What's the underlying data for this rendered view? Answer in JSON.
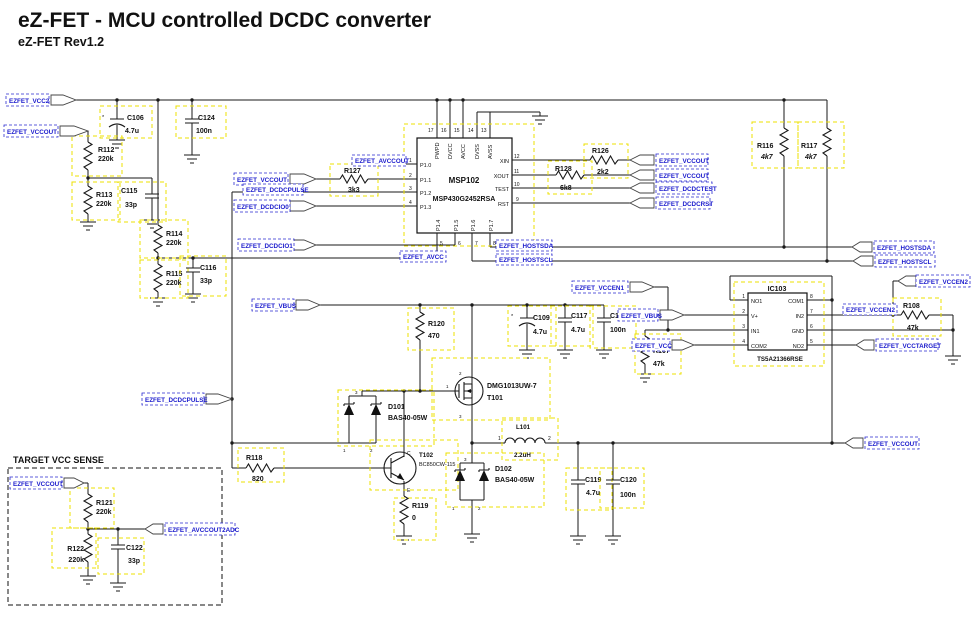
{
  "title": "eZ-FET - MCU controlled DCDC converter",
  "subtitle": "eZ-FET Rev1.2",
  "sense_section_title": "TARGET VCC SENSE",
  "marks": {
    "polar": "*"
  },
  "colors": {
    "net_label": "#1a1acc",
    "highlight_box": "#ece000",
    "wire": "#1a1a1a",
    "background": "#ffffff"
  },
  "nets": {
    "vcc2": "EZFET_VCC2",
    "vccout_in": "EZFET_VCCOUT",
    "avccout": "EZFET_AVCCOUT",
    "vccout_r127": "EZFET_VCCOUT",
    "dcdcpulse": "EZFET_DCDCPULSE",
    "dcdcio0": "EZFET_DCDCIO0",
    "dcdcio1": "EZFET_DCDCIO1",
    "avcc": "EZFET_AVCC",
    "vbus_left": "EZFET_VBUS",
    "hostsda": "EZFET_HOSTSDA",
    "hostscl": "EZFET_HOSTSCL",
    "vccout_xin": "EZFET_VCCOUT",
    "vccout_xout": "EZFET_VCCOUT",
    "dcdctest": "EZFET_DCDCTEST",
    "dcdcrst": "EZFET_DCDCRST",
    "hostsda_r": "EZFET_HOSTSDA",
    "hostscl_r": "EZFET_HOSTSCL",
    "vccen1": "EZFET_VCCEN1",
    "vbus_ic": "EZFET_VBUS",
    "vcc_ic": "EZFET_VCC",
    "vccen2_lbl": "EZFET_VCCEN2",
    "vccen2": "EZFET_VCCEN2",
    "vcctarget": "EZFET_VCCTARGET",
    "vccout_out": "EZFET_VCCOUT",
    "dcdcpulse_c": "EZFET_DCDCPULSE",
    "vccout_sense": "EZFET_VCCOUT",
    "avccout2adc": "EZFET_AVCCOUT2ADC"
  },
  "components": {
    "c106": {
      "ref": "C106",
      "val": "4.7u"
    },
    "c124": {
      "ref": "C124",
      "val": "100n"
    },
    "c115": {
      "ref": "C115",
      "val": "33p"
    },
    "c116": {
      "ref": "C116",
      "val": "33p"
    },
    "c109": {
      "ref": "C109",
      "val": "4.7u"
    },
    "c117": {
      "ref": "C117",
      "val": "4.7u"
    },
    "c118": {
      "ref": "C118",
      "val": "100n"
    },
    "c119": {
      "ref": "C119",
      "val": "4.7u"
    },
    "c120": {
      "ref": "C120",
      "val": "100n"
    },
    "c122": {
      "ref": "C122",
      "val": "33p"
    },
    "r112": {
      "ref": "R112",
      "val": "220k"
    },
    "r113": {
      "ref": "R113",
      "val": "220k"
    },
    "r114": {
      "ref": "R114",
      "val": "220k"
    },
    "r115": {
      "ref": "R115",
      "val": "220k"
    },
    "r116": {
      "ref": "R116",
      "val": "4k7"
    },
    "r117": {
      "ref": "R117",
      "val": "4k7"
    },
    "r107": {
      "ref": "R107",
      "val": "47k"
    },
    "r108": {
      "ref": "R108",
      "val": "47k"
    },
    "r118": {
      "ref": "R118",
      "val": "820"
    },
    "r119": {
      "ref": "R119",
      "val": "0"
    },
    "r120": {
      "ref": "R120",
      "val": "470"
    },
    "r121": {
      "ref": "R121",
      "val": "220k"
    },
    "r122": {
      "ref": "R122",
      "val": "220k"
    },
    "r126": {
      "ref": "R126",
      "val": "2k2"
    },
    "r127": {
      "ref": "R127",
      "val": "3k3"
    },
    "r128": {
      "ref": "R128",
      "val": "6k8"
    },
    "l101": {
      "ref": "L101",
      "val": "2.2uH",
      "pins": [
        "1",
        "2"
      ]
    },
    "d101": {
      "ref": "D101",
      "part": "BAS40-05W",
      "pins": [
        "1",
        "2",
        "3"
      ]
    },
    "d102": {
      "ref": "D102",
      "part": "BAS40-05W",
      "pins": [
        "1",
        "2",
        "3"
      ]
    },
    "t101": {
      "ref": "T101",
      "part": "DMG1013UW-7",
      "pins": [
        "1",
        "2",
        "3"
      ]
    },
    "t102": {
      "ref": "T102",
      "part": "BC850CW-115",
      "pin_c": "C",
      "pin_e": "E"
    },
    "msp": {
      "ref": "MSP102",
      "part": "MSP430G2452RSA",
      "top": [
        {
          "num": "17",
          "name": "PWPD"
        },
        {
          "num": "16",
          "name": "DVCC"
        },
        {
          "num": "15",
          "name": "AVCC"
        },
        {
          "num": "14",
          "name": "DVSS"
        },
        {
          "num": "13",
          "name": "AVSS"
        }
      ],
      "left": [
        {
          "num": "1",
          "name": "P1.0"
        },
        {
          "num": "2",
          "name": "P1.1"
        },
        {
          "num": "3",
          "name": "P1.2"
        },
        {
          "num": "4",
          "name": "P1.3"
        }
      ],
      "right": [
        {
          "num": "12",
          "name": "XIN"
        },
        {
          "num": "11",
          "name": "XOUT"
        },
        {
          "num": "10",
          "name": "TEST"
        },
        {
          "num": "9",
          "name": "RST"
        }
      ],
      "bottom": [
        {
          "num": "5",
          "name": "P1.4"
        },
        {
          "num": "6",
          "name": "P1.5"
        },
        {
          "num": "7",
          "name": "P1.6"
        },
        {
          "num": "8",
          "name": "P1.7"
        }
      ]
    },
    "ic103": {
      "ref": "IC103",
      "part": "TS5A21366RSE",
      "left": [
        {
          "num": "1",
          "name": "NO1"
        },
        {
          "num": "2",
          "name": "V+"
        },
        {
          "num": "3",
          "name": "IN1"
        },
        {
          "num": "4",
          "name": "COM2"
        }
      ],
      "right": [
        {
          "num": "8",
          "name": "COM1"
        },
        {
          "num": "7",
          "name": "IN2"
        },
        {
          "num": "6",
          "name": "GND"
        },
        {
          "num": "5",
          "name": "NO2"
        }
      ]
    }
  }
}
